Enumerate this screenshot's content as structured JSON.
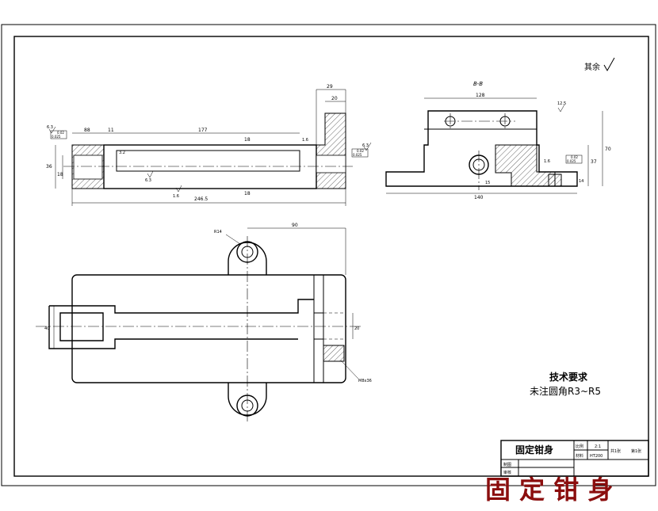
{
  "drawing": {
    "part_name": "固定钳身",
    "big_title": "固 定 钳 身",
    "roughness_other": "其余",
    "section_label": "B-B",
    "tech_requirements": {
      "heading": "技术要求",
      "line1": "未注圆角R3~R5"
    },
    "title_block": {
      "scale_label": "比例",
      "scale_value": "2:1",
      "material_label": "材料",
      "material_value": "HT200",
      "sheet_count": "共1张",
      "sheet_no": "第1张",
      "drawn_label": "制图",
      "checked_label": "审核"
    },
    "front_view": {
      "dim_top_w1": "29",
      "dim_top_w2": "20",
      "dim_88": "88",
      "dim_11": "11",
      "dim_177": "177",
      "dim_total": "246.5",
      "dim_height": "36",
      "dim_inner": "18",
      "bore_label1": "18",
      "bore_label2": "18",
      "tol_left": "0.02",
      "tol_left2": "0.025",
      "tol_right": "0.02",
      "tol_right2": "0.025",
      "rough_1": "6.3",
      "rough_2": "1.6",
      "rough_3": "3.2",
      "rough_4": "6.3",
      "rough_5": "1.6",
      "rough_6": "6.3"
    },
    "section_view": {
      "dim_width": "128",
      "dim_base": "140",
      "dim_h1": "70",
      "dim_h2": "37",
      "dim_h3": "15",
      "dim_h4": "14",
      "rough_a": "12.5",
      "rough_b": "1.6",
      "tol_a": "0.02",
      "tol_b": "0.025"
    },
    "top_view": {
      "dim_r": "R14",
      "dim_90": "90",
      "dim_left": "40",
      "dim_right": "20",
      "thread_label": "M8x36"
    }
  }
}
